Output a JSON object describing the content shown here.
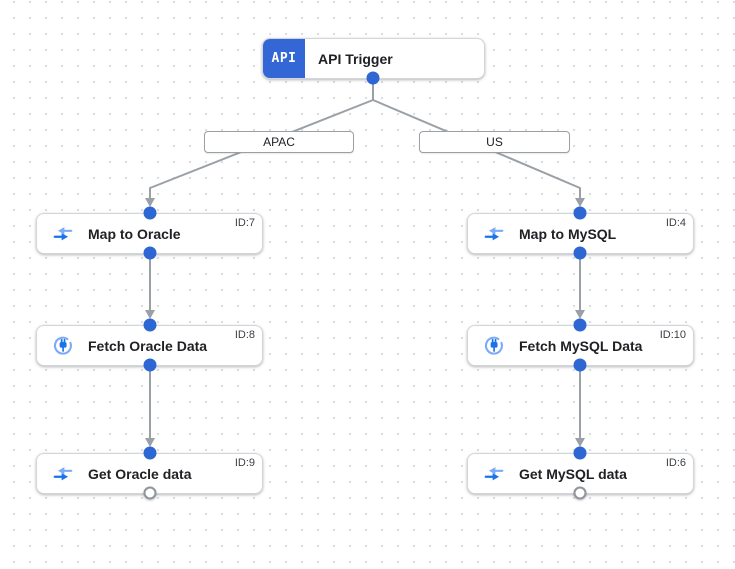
{
  "colors": {
    "accent_blue": "#3367d6",
    "port_blue": "#2e66d4",
    "icon_blue_dark": "#1a73e8",
    "icon_blue_light": "#7baaf7",
    "edge_gray": "#9aa0a6",
    "node_border": "#d2d5da",
    "grid_dot": "#dcdee2",
    "text_primary": "#202124"
  },
  "trigger": {
    "icon": "api-badge-icon",
    "icon_label": "API",
    "title": "API Trigger"
  },
  "branches": [
    {
      "label": "APAC"
    },
    {
      "label": "US"
    }
  ],
  "columns": {
    "left": [
      {
        "title": "Map to Oracle",
        "id_label": "ID:7",
        "icon": "data-mapping-icon"
      },
      {
        "title": "Fetch Oracle Data",
        "id_label": "ID:8",
        "icon": "connector-icon"
      },
      {
        "title": "Get Oracle data",
        "id_label": "ID:9",
        "icon": "data-mapping-icon"
      }
    ],
    "right": [
      {
        "title": "Map to MySQL",
        "id_label": "ID:4",
        "icon": "data-mapping-icon"
      },
      {
        "title": "Fetch MySQL Data",
        "id_label": "ID:10",
        "icon": "connector-icon"
      },
      {
        "title": "Get MySQL data",
        "id_label": "ID:6",
        "icon": "data-mapping-icon"
      }
    ]
  }
}
